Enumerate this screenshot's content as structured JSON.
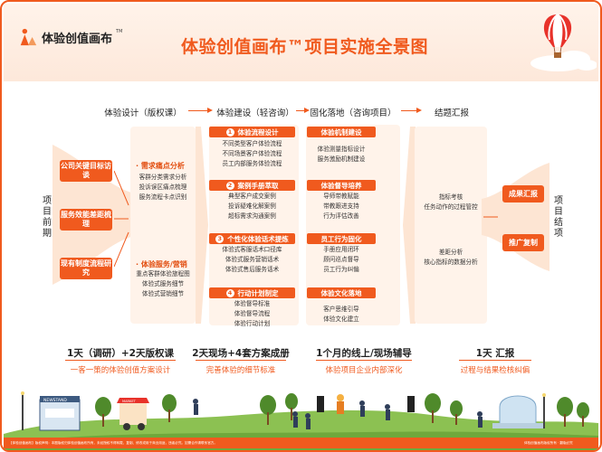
{
  "logo": {
    "text": "体验创值画布",
    "tm": "TM"
  },
  "title": "体验创值画布™项目实施全景图",
  "columns": {
    "c1": "体验设计（版权课）",
    "c2": "体验建设（轻咨询）",
    "c3": "固化落地（咨询项目）",
    "c4": "结题汇报"
  },
  "side": {
    "left": "项目前期",
    "right": "项目结项"
  },
  "left_pills": [
    "公司关键目标访谈",
    "服务效能差距梳理",
    "现有制度流程研究"
  ],
  "design": {
    "block1": {
      "title": "· 需求痛点分析",
      "items": [
        "客群分类需求分析",
        "投诉误区痛点梳理",
        "服务流程卡点识别"
      ]
    },
    "block2": {
      "title": "· 体验服务/营销",
      "items": [
        "重点客群体验旅程图",
        "体验式服务细节",
        "体验式营销细节"
      ]
    }
  },
  "build": [
    {
      "num": "1",
      "title": "体验流程设计",
      "items": [
        "不同类型客户体验流程",
        "不同场景客户体验流程",
        "员工内部服务体验流程"
      ]
    },
    {
      "num": "2",
      "title": "案例手册萃取",
      "items": [
        "典型客户成交案例",
        "投诉疑难化解案例",
        "超标需求沟通案例"
      ]
    },
    {
      "num": "3",
      "title": "个性化体验话术提炼",
      "items": [
        "体验式客服话术口径库",
        "体验式服务营销话术",
        "体验式售后服务话术"
      ]
    },
    {
      "num": "4",
      "title": "行动计划制定",
      "items": [
        "体验督导标准",
        "体验督导流程",
        "体验行动计划"
      ]
    }
  ],
  "landing": [
    {
      "title": "体验机制建设",
      "items": [
        "体验测量指标设计",
        "服务激励机制建设"
      ]
    },
    {
      "title": "体验督导培养",
      "items": [
        "导师带教赋能",
        "带教跟进支持",
        "行为评估改善"
      ]
    },
    {
      "title": "员工行为固化",
      "items": [
        "手册应用闭环",
        "顾问巡点督导",
        "员工行为纠偏"
      ]
    },
    {
      "title": "体验文化落地",
      "items": [
        "客户思维引导",
        "体验文化建立"
      ]
    }
  ],
  "report": {
    "block1": [
      "指标考核",
      "任务动作的过程管控"
    ],
    "block2": [
      "差距分析",
      "核心指标的数据分析"
    ]
  },
  "right_pills": [
    "成果汇报",
    "推广复制"
  ],
  "summary": [
    {
      "head": "1天（调研）+2天版权课",
      "sub": "一客一策的体验创值方案设计"
    },
    {
      "head": "2天现场+4套方案成册",
      "sub": "完善体验的细节标准"
    },
    {
      "head": "1个月的线上/现场辅导",
      "sub": "体验项目企业内部深化"
    },
    {
      "head": "1天  汇报",
      "sub": "过程与结果检核纠偏"
    }
  ],
  "scene": {
    "newsstand": "NEWSTAND",
    "market": "MARKET"
  },
  "footer": {
    "left": "【体验创值画布】版权声明：本图版权归体验创值画布所有，未经授权不得转载、复制、修改或用于商业用途，违者必究。如需合作请联系官方。",
    "right": "体验创值画布版权所有 · 翻版必究"
  },
  "colors": {
    "accent": "#f05a1e",
    "panel": "#fff3ea",
    "grass": "#7fb44a"
  }
}
